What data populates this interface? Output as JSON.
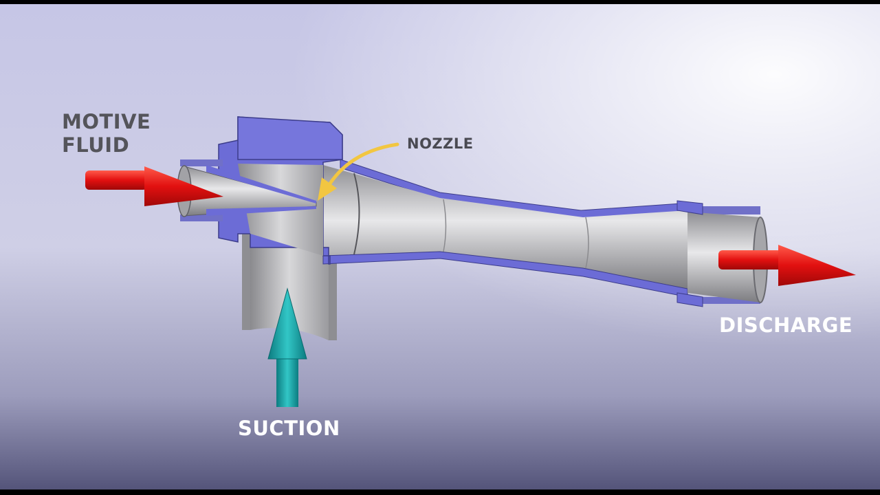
{
  "labels": {
    "motive_line1": "MOTIVE",
    "motive_line2": "FLUID",
    "nozzle": "NOZZLE",
    "discharge": "DISCHARGE",
    "suction": "SUCTION"
  },
  "colors": {
    "body_metal": "#c6c6c8",
    "cut_section": "#6c6cd6",
    "flow_arrow_motive": "#e01010",
    "flow_arrow_discharge": "#e01010",
    "flow_arrow_suction": "#16a8a8",
    "nozzle_pointer": "#f2c641"
  }
}
